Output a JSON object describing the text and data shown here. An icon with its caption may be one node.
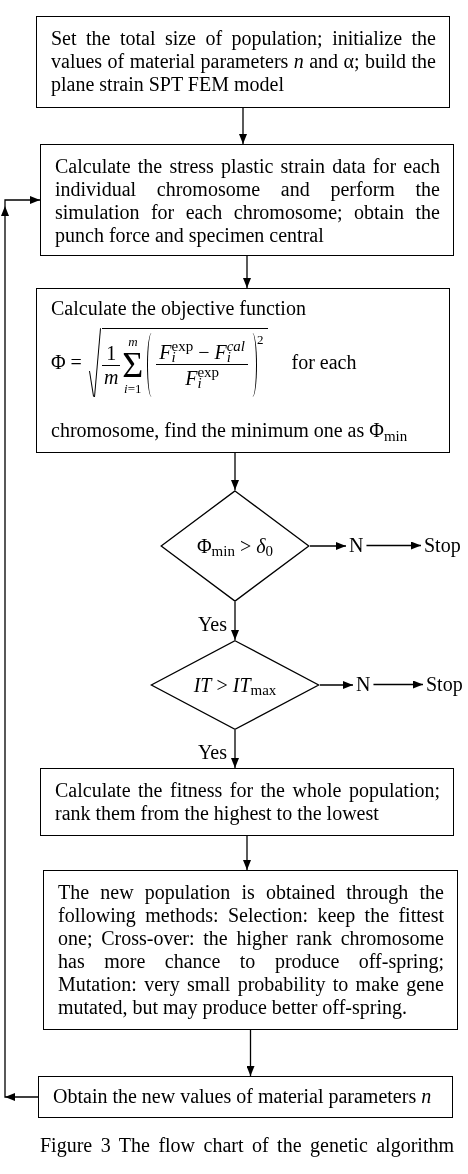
{
  "diagram": {
    "caption": "Figure 3 The flow chart of the genetic algorithm",
    "nodes": [
      {
        "text": [
          "Set the total size of population; initialize the values of material parameters *n* and α; build the plane strain SPT FEM model"
        ]
      },
      {
        "text": [
          "Calculate the stress plastic strain data for each individual chromosome and perform the simulation for each chromosome; obtain the punch force and specimen central"
        ]
      },
      {
        "text": [
          "Calculate the objective function",
          "Φ =",
          "1",
          "*m*",
          "*m*",
          "Σ",
          "*i*=1",
          "*F*$_{i}$$^{exp}$ − *F*$_{i}$$^{cal}$",
          "*F*$_{i}$$^{exp}$",
          "2",
          "for each",
          "chromosome, find the minimum one as Φ$_{min}$"
        ]
      },
      {
        "text": [
          "Φ$_{min}$ > *δ*$_{0}$"
        ]
      },
      {
        "text": [
          "N"
        ]
      },
      {
        "text": [
          "Stop"
        ]
      },
      {
        "text": [
          "*IT* > *IT*$_{max}$"
        ]
      },
      {
        "text": [
          "N"
        ]
      },
      {
        "text": [
          "Stop"
        ]
      },
      {
        "text": [
          "Calculate the fitness for the whole population; rank them from the highest to the lowest"
        ]
      },
      {
        "text": [
          "The new population is obtained through the following methods: Selection: keep the fittest one; Cross-over: the higher rank chromosome has more chance to produce off-spring; Mutation: very small probability to make gene mutated, but may produce better off-spring."
        ]
      },
      {
        "text": [
          "Obtain the new values of material parameters *n*"
        ]
      }
    ],
    "edges": [
      {
        "from": 0,
        "to": 1,
        "arrow": "to"
      },
      {
        "from": 1,
        "to": 2,
        "arrow": "to"
      },
      {
        "from": 2,
        "to": 3,
        "arrow": "to"
      },
      {
        "from": 3,
        "to": 4,
        "arrow": "to"
      },
      {
        "from": 4,
        "to": 5,
        "arrow": "to"
      },
      {
        "from": 3,
        "to": 6,
        "arrow": "to",
        "label": "Yes"
      },
      {
        "from": 6,
        "to": 7,
        "arrow": "to"
      },
      {
        "from": 7,
        "to": 8,
        "arrow": "to"
      },
      {
        "from": 6,
        "to": 9,
        "arrow": "to",
        "label": "Yes"
      },
      {
        "from": 9,
        "to": 10,
        "arrow": "to"
      },
      {
        "from": 10,
        "to": 11,
        "arrow": "to"
      },
      {
        "from": 11,
        "to": 1,
        "arrow": "to"
      }
    ]
  }
}
